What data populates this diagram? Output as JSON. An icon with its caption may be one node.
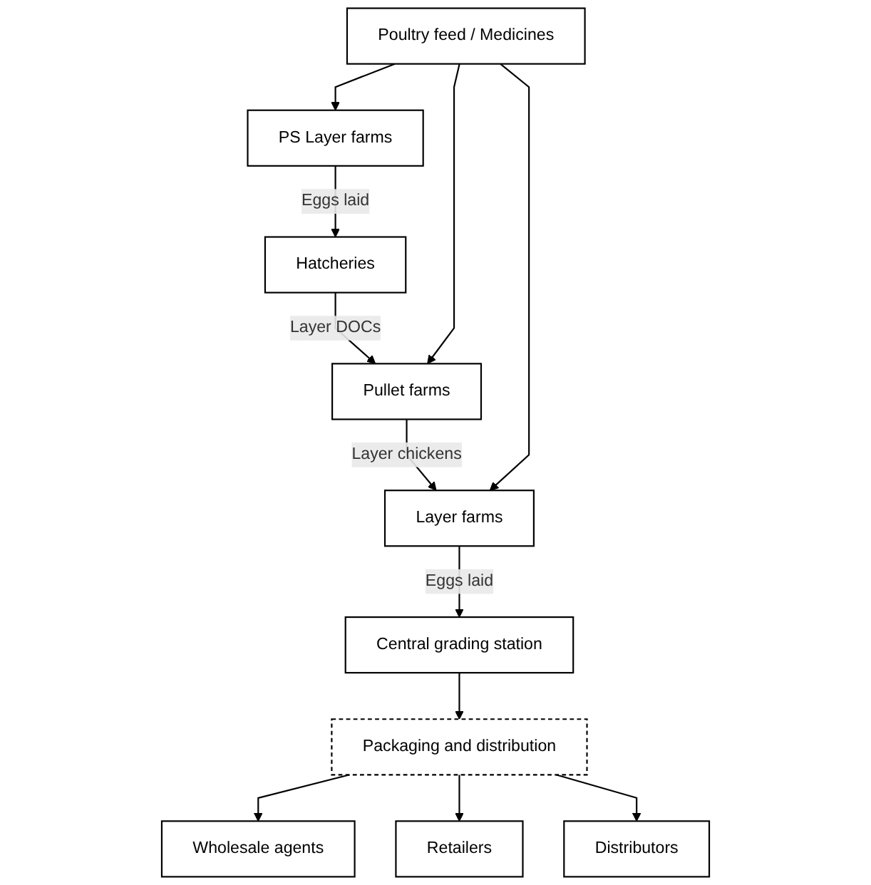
{
  "diagram": {
    "nodes": [
      {
        "text": [
          "PS Layer farms"
        ]
      },
      {
        "text": [
          "Hatcheries"
        ]
      },
      {
        "text": [
          "Pullet farms"
        ]
      },
      {
        "text": [
          "Poultry feed / Medicines"
        ]
      },
      {
        "text": [
          "Layer farms"
        ]
      },
      {
        "text": [
          "Central grading station"
        ]
      },
      {
        "text": [
          "Packaging and distribution"
        ]
      },
      {
        "text": [
          "Wholesale agents"
        ]
      },
      {
        "text": [
          "Retailers"
        ]
      },
      {
        "text": [
          "Distributors"
        ]
      }
    ],
    "edges": [
      {
        "from": 0,
        "to": 1,
        "arrow": "to",
        "label": "Eggs laid"
      },
      {
        "from": 1,
        "to": 2,
        "arrow": "to",
        "label": "Layer DOCs"
      },
      {
        "from": 2,
        "to": 4,
        "arrow": "to",
        "label": "Layer chickens"
      },
      {
        "from": 3,
        "to": 0,
        "arrow": "to"
      },
      {
        "from": 3,
        "to": 2,
        "arrow": "to"
      },
      {
        "from": 3,
        "to": 4,
        "arrow": "to"
      },
      {
        "from": 4,
        "to": 5,
        "arrow": "to",
        "label": "Eggs laid"
      },
      {
        "from": 5,
        "to": 6,
        "arrow": "to"
      },
      {
        "from": 6,
        "to": 7,
        "arrow": "to"
      },
      {
        "from": 6,
        "to": 8,
        "arrow": "to"
      },
      {
        "from": 6,
        "to": 9,
        "arrow": "to"
      }
    ]
  }
}
